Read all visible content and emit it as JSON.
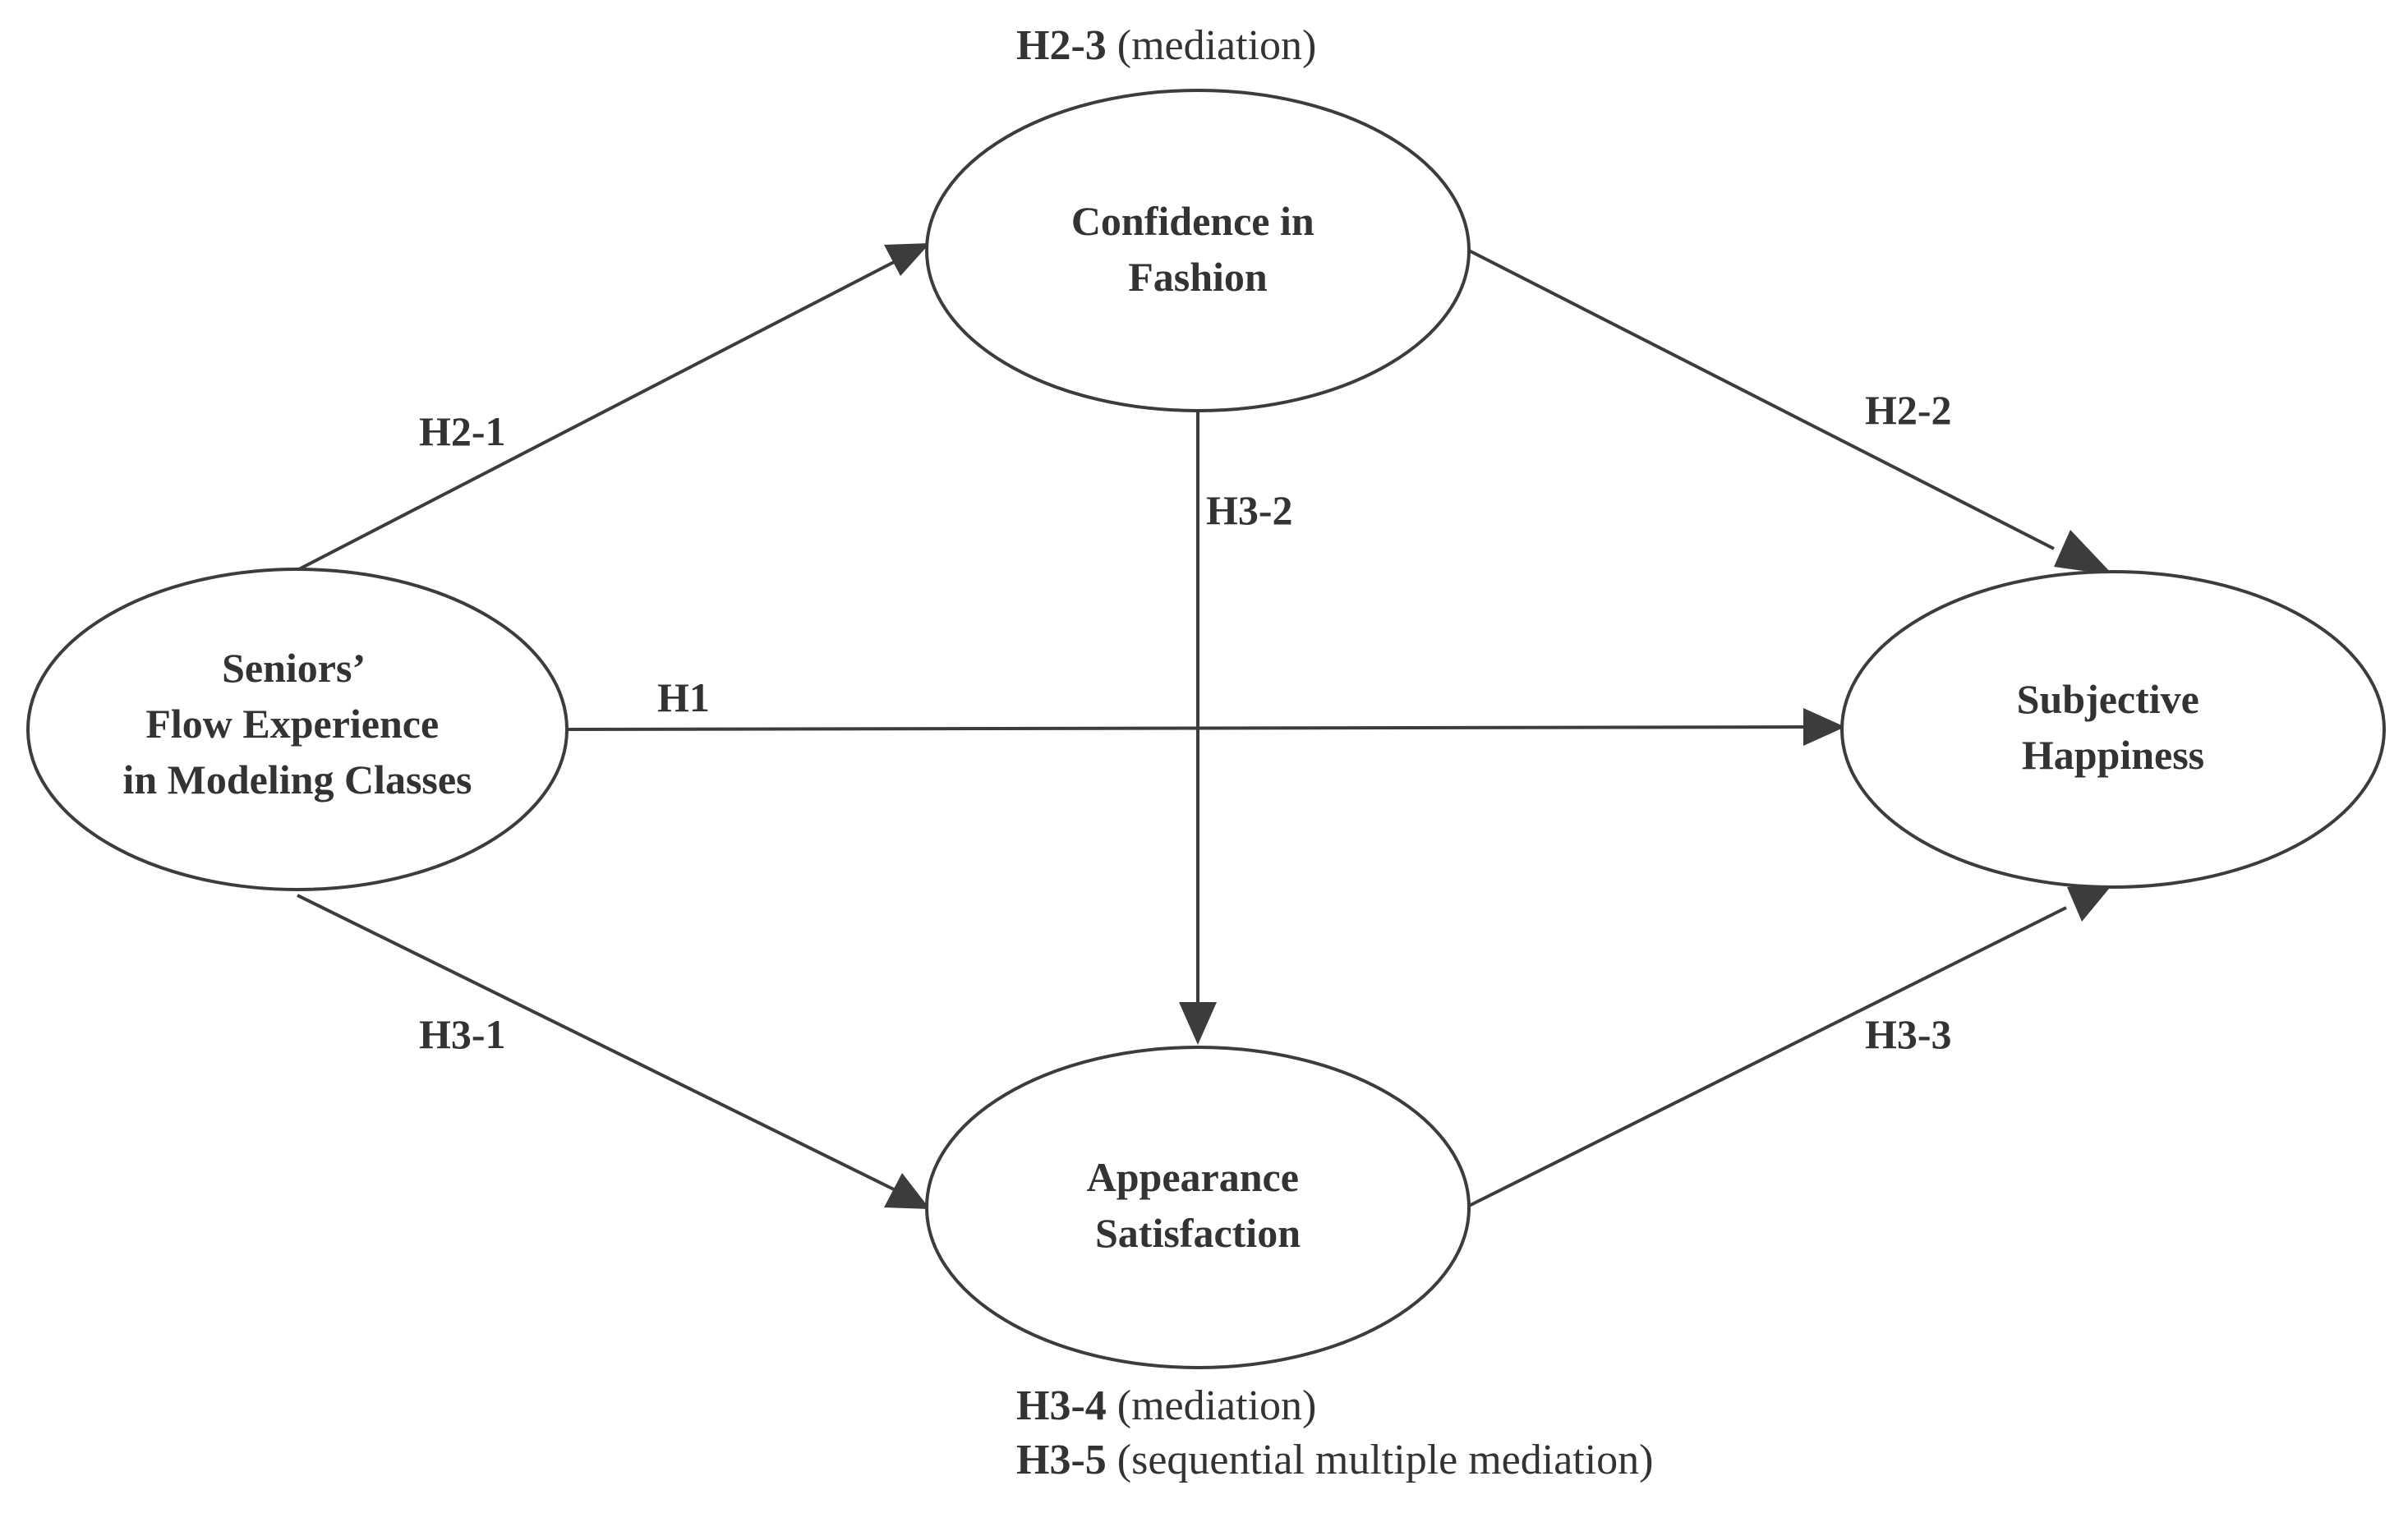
{
  "nodes": {
    "flow": {
      "lines": [
        "Seniors’",
        "Flow Experience",
        "in Modeling Classes"
      ]
    },
    "confidence": {
      "lines": [
        "Confidence in",
        "Fashion"
      ]
    },
    "appearance": {
      "lines": [
        "Appearance",
        "Satisfaction"
      ]
    },
    "happiness": {
      "lines": [
        "Subjective",
        "Happiness"
      ]
    }
  },
  "edges": {
    "h1": {
      "label": "H1",
      "from": "flow",
      "to": "happiness"
    },
    "h2_1": {
      "label": "H2-1",
      "from": "flow",
      "to": "confidence"
    },
    "h2_2": {
      "label": "H2-2",
      "from": "confidence",
      "to": "happiness"
    },
    "h3_1": {
      "label": "H3-1",
      "from": "flow",
      "to": "appearance"
    },
    "h3_2": {
      "label": "H3-2",
      "from": "confidence",
      "to": "appearance"
    },
    "h3_3": {
      "label": "H3-3",
      "from": "appearance",
      "to": "happiness"
    }
  },
  "notes": {
    "h2_3": {
      "code": "H2-3",
      "desc": " (mediation)"
    },
    "h3_4": {
      "code": "H3-4",
      "desc": " (mediation)"
    },
    "h3_5": {
      "code": "H3-5",
      "desc": " (sequential multiple mediation)"
    }
  },
  "colors": {
    "stroke": "#3c3c3c",
    "text": "#333333",
    "background": "#ffffff"
  }
}
